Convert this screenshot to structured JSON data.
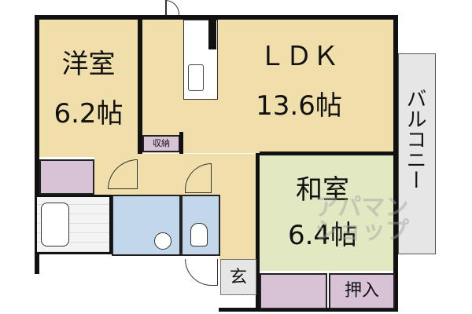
{
  "rooms": {
    "western": {
      "name": "洋室",
      "size": "6.2帖"
    },
    "ldk": {
      "name": "ＬＤＫ",
      "size": "13.6帖"
    },
    "japanese": {
      "name": "和室",
      "size": "6.4帖"
    },
    "storage": "収納",
    "balcony": "バルコニー",
    "entrance": "玄",
    "closet": "押入"
  },
  "watermark": "アパマンショップ",
  "colors": {
    "room": "#f0dfab",
    "tatami": "#e2e8c2",
    "closet": "#d8c3d6",
    "wet": "#c2d8ea"
  }
}
